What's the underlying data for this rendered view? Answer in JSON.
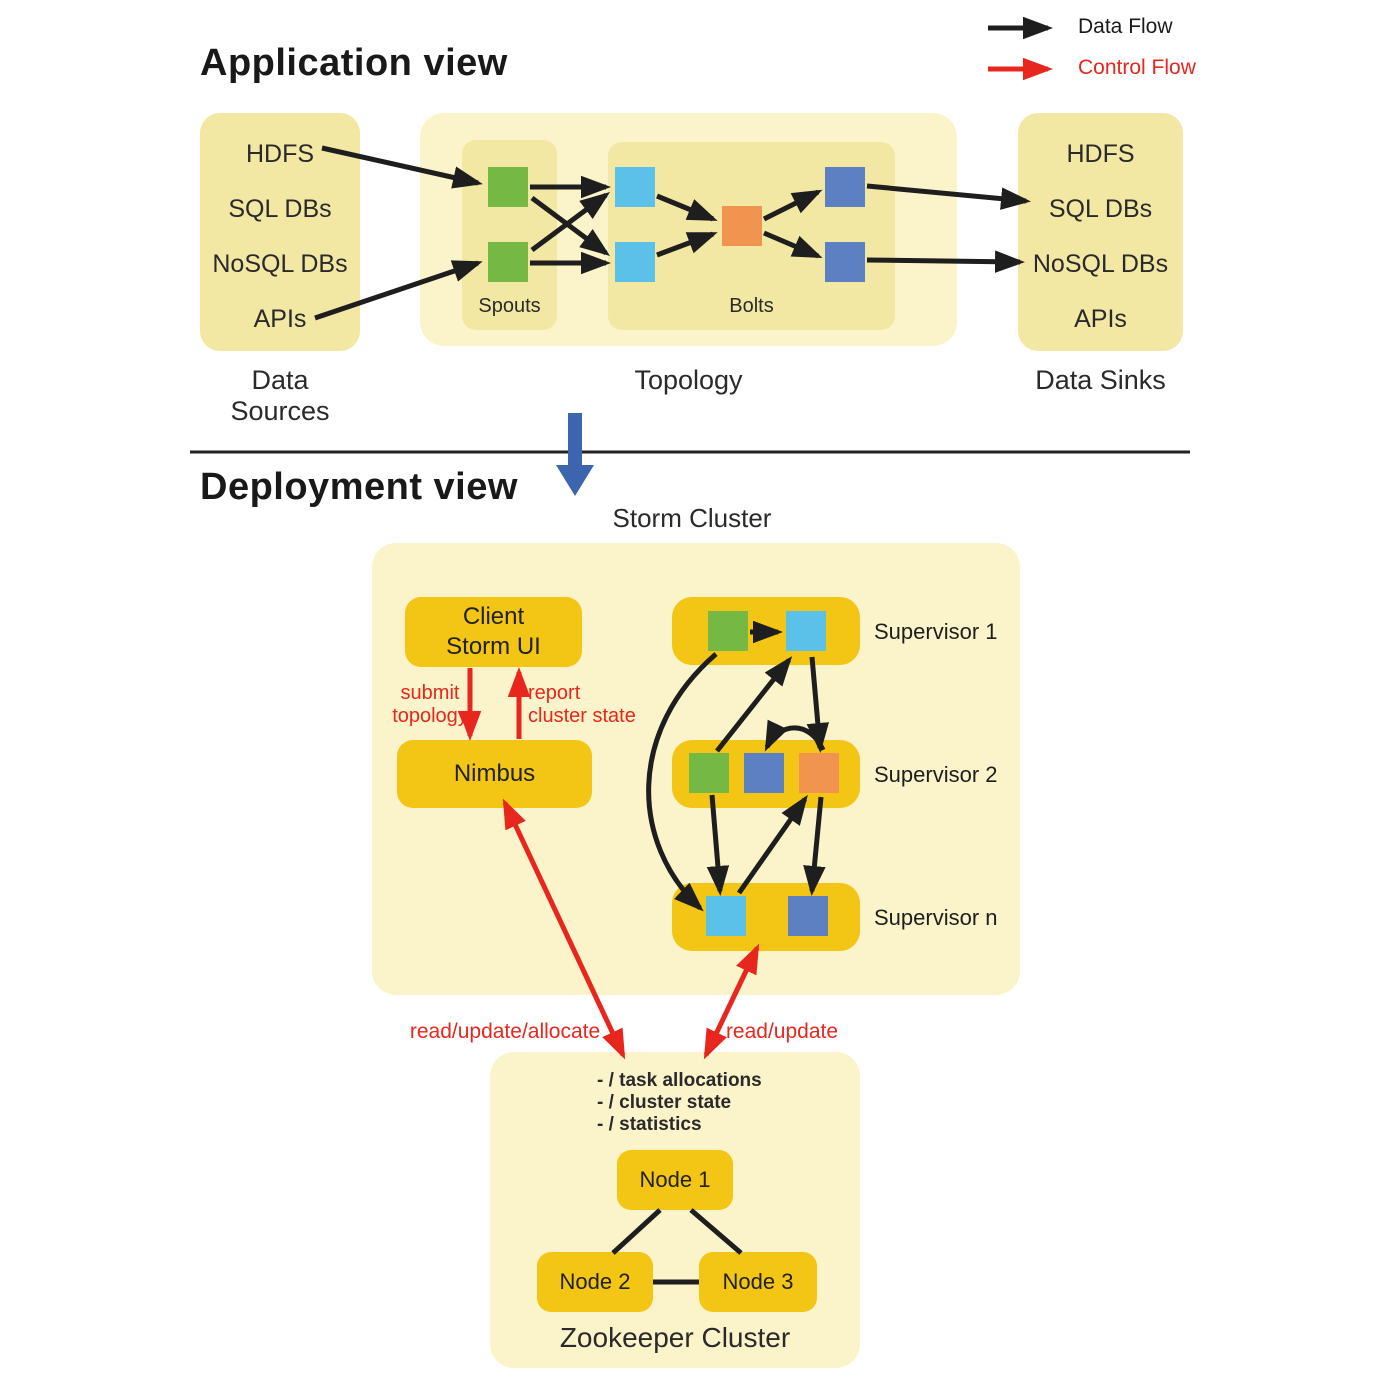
{
  "legend": {
    "data_flow": "Data Flow",
    "control_flow": "Control Flow"
  },
  "application_view": {
    "title": "Application view",
    "data_sources": {
      "label": "Data Sources",
      "items": [
        "HDFS",
        "SQL DBs",
        "NoSQL DBs",
        "APIs"
      ]
    },
    "topology": {
      "label": "Topology",
      "spouts_label": "Spouts",
      "bolts_label": "Bolts"
    },
    "data_sinks": {
      "label": "Data Sinks",
      "items": [
        "HDFS",
        "SQL DBs",
        "NoSQL DBs",
        "APIs"
      ]
    }
  },
  "deployment_view": {
    "title": "Deployment view",
    "storm_cluster_label": "Storm Cluster",
    "client": {
      "line1": "Client",
      "line2": "Storm UI"
    },
    "nimbus_label": "Nimbus",
    "supervisor_labels": [
      "Supervisor 1",
      "Supervisor 2",
      "Supervisor n"
    ],
    "control_flow_labels": {
      "submit_line1": "submit",
      "submit_line2": "topology",
      "report_line1": "report",
      "report_line2": "cluster state",
      "nimbus_zookeeper": "read/update/allocate",
      "supervisor_zookeeper": "read/update"
    },
    "zookeeper": {
      "label": "Zookeeper Cluster",
      "znodes": [
        "- / task allocations",
        "- / cluster state",
        "- / statistics"
      ],
      "nodes": [
        "Node 1",
        "Node 2",
        "Node 3"
      ]
    }
  },
  "colors": {
    "panel_cream": "#FBF4CB",
    "panel_yellow": "#F3E7A4",
    "gold": "#F3C515",
    "spout_green": "#76B844",
    "bolt_light_blue": "#5BC1E9",
    "bolt_dark_blue": "#5C80C1",
    "bolt_orange": "#F09450",
    "control_red": "#E7271E",
    "data_black": "#1E1E1E",
    "section_arrow_blue": "#3D64AE"
  }
}
